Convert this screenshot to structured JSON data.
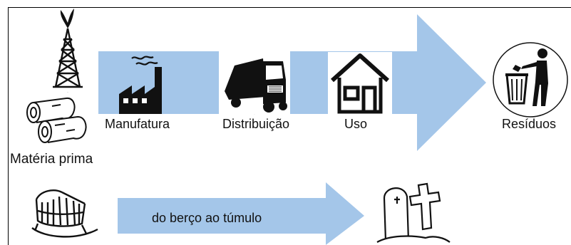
{
  "labels": {
    "raw_material": "Matéria prima",
    "manufacturing": "Manufatura",
    "distribution": "Distribuição",
    "use": "Uso",
    "waste": "Resíduos",
    "cradle_to_grave": "do berço ao túmulo"
  },
  "colors": {
    "arrow": "#a4c6e9",
    "icon": "#111111",
    "background": "#ffffff"
  },
  "icons": [
    "oil-derrick-icon",
    "logs-icon",
    "factory-icon",
    "truck-icon",
    "house-icon",
    "trash-icon",
    "cradle-icon",
    "tombstone-icon"
  ]
}
